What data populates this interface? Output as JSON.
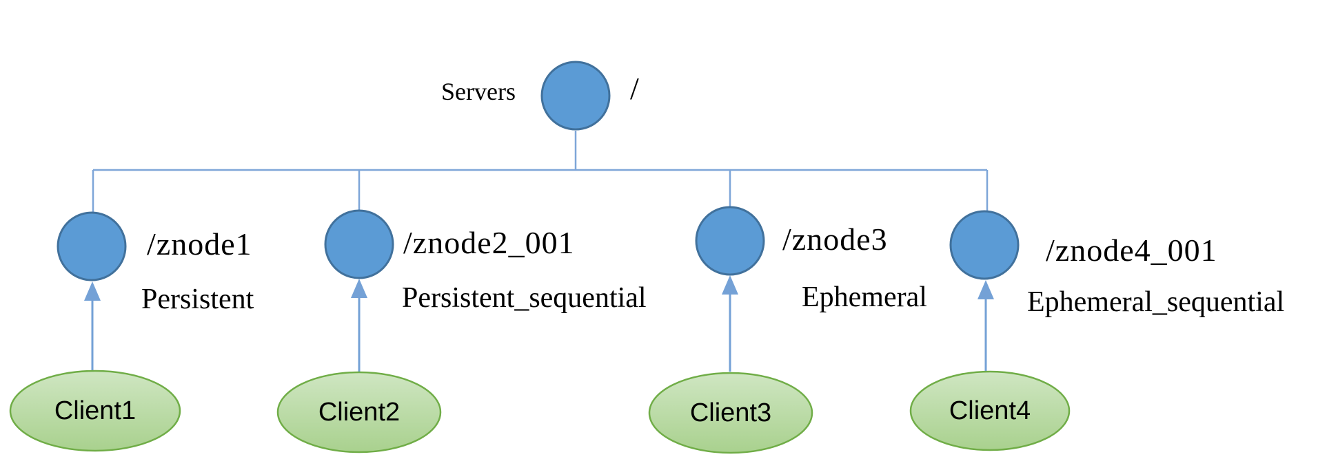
{
  "diagram": {
    "root": {
      "name_label": "Servers",
      "path_label": "/"
    },
    "znodes": [
      {
        "path": "/znode1",
        "type": "Persistent",
        "client": "Client1"
      },
      {
        "path": "/znode2_001",
        "type": "Persistent_sequential",
        "client": "Client2"
      },
      {
        "path": "/znode3",
        "type": "Ephemeral",
        "client": "Client3"
      },
      {
        "path": "/znode4_001",
        "type": "Ephemeral_sequential",
        "client": "Client4"
      }
    ],
    "colors": {
      "znode_fill": "#5b9bd5",
      "znode_border": "#41719c",
      "connector_line": "#7ea6d8",
      "arrow": "#74a1d6",
      "client_fill_top": "#cfe6c2",
      "client_fill_bottom": "#a9d18e",
      "client_border": "#70ad47",
      "text": "#000000",
      "background": "#ffffff"
    }
  }
}
